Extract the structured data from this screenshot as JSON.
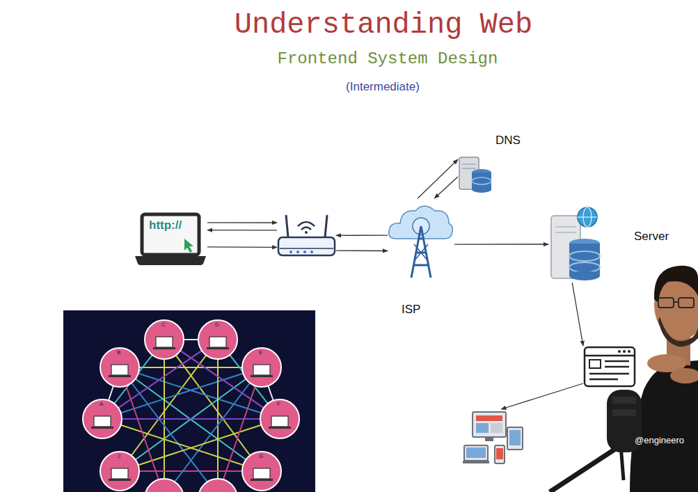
{
  "diagram": {
    "title": "Understanding Web",
    "nodes": [
      {
        "text": [
          "DNS"
        ]
      },
      {
        "text": [
          "http://"
        ]
      },
      {
        "text": []
      },
      {
        "text": [
          "ISP"
        ]
      },
      {
        "text": [
          "Server"
        ]
      },
      {
        "text": []
      },
      {
        "text": []
      }
    ],
    "edges": [
      {
        "from": 1,
        "to": 2,
        "arrow": "to"
      },
      {
        "from": 2,
        "to": 1,
        "arrow": "to"
      },
      {
        "from": 1,
        "to": 2,
        "arrow": "to"
      },
      {
        "from": 3,
        "to": 2,
        "arrow": "to"
      },
      {
        "from": 2,
        "to": 3,
        "arrow": "to"
      },
      {
        "from": 3,
        "to": 0,
        "arrow": "to"
      },
      {
        "from": 0,
        "to": 3,
        "arrow": "to"
      },
      {
        "from": 3,
        "to": 4,
        "arrow": "to"
      },
      {
        "from": 4,
        "to": 5,
        "arrow": "to"
      },
      {
        "from": 5,
        "to": 6,
        "arrow": "to"
      }
    ],
    "labels": [
      "Frontend System Design",
      "(Intermediate)",
      "C",
      "D",
      "B",
      "E",
      "A",
      "F",
      "J",
      "G",
      "@engineero"
    ]
  }
}
